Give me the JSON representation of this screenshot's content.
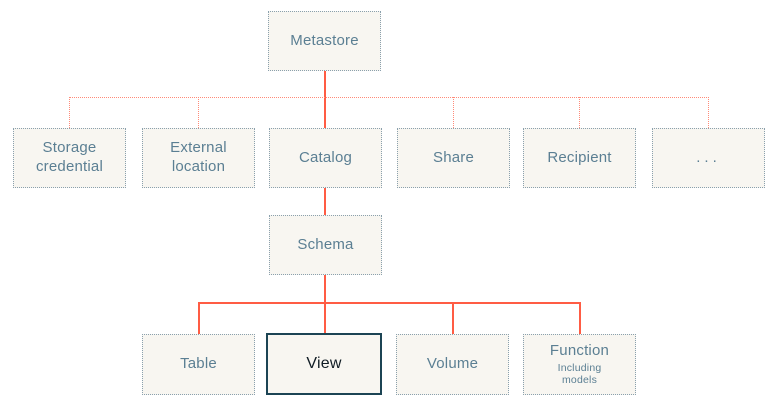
{
  "diagram": {
    "nodes": {
      "metastore": {
        "label": "Metastore"
      },
      "storage_credential": {
        "label": "Storage credential"
      },
      "external_location": {
        "label": "External location"
      },
      "catalog": {
        "label": "Catalog"
      },
      "share": {
        "label": "Share"
      },
      "recipient": {
        "label": "Recipient"
      },
      "more": {
        "label": "..."
      },
      "schema": {
        "label": "Schema"
      },
      "table": {
        "label": "Table"
      },
      "view": {
        "label": "View"
      },
      "volume": {
        "label": "Volume"
      },
      "function": {
        "label": "Function",
        "sublabel": "Including models"
      }
    },
    "highlighted_node": "view",
    "colors": {
      "connector_solid": "#ff5c44",
      "connector_dotted": "#ff8a78",
      "box_background": "#f8f6f1",
      "box_border": "#8aa0ad",
      "box_text": "#5b7f93",
      "highlight_border": "#1c4454",
      "highlight_text": "#101c24",
      "page_background": "#ffffff"
    }
  }
}
